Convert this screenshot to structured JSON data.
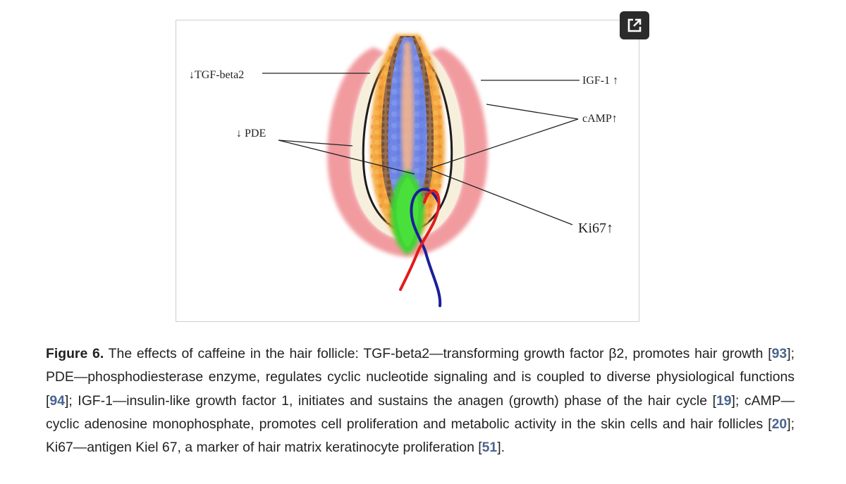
{
  "figure": {
    "labels": {
      "tgf": "↓TGF-beta2",
      "pde": "↓ PDE",
      "igf": "IGF-1 ↑",
      "camp": "cAMP↑",
      "ki67": "Ki67↑"
    },
    "colors": {
      "outer_sheath": "#ef8a8f",
      "inner_sheath": "#f39b2c",
      "cortex": "#7d5a44",
      "medulla": "#6f86e6",
      "core": "#f4b48c",
      "papilla": "#41d436",
      "vessel_red": "#e21b1b",
      "vessel_blue": "#1b1f9a"
    }
  },
  "expand_button": {
    "icon": "external-link-icon"
  },
  "caption": {
    "label": "Figure 6.",
    "t1": " The effects of caffeine in the hair follicle: TGF-beta2—transforming growth factor β2, promotes hair growth ",
    "r1": "93",
    "t2": "; PDE—phosphodiesterase enzyme, regulates cyclic nucleotide signaling and is coupled to diverse physiological functions ",
    "r2": "94",
    "t3": "; IGF-1—insulin-like growth factor 1, initiates and sustains the anagen (growth) phase of the hair cycle ",
    "r3": "19",
    "t4": "; cAMP—cyclic adenosine monophosphate, promotes cell proliferation and metabolic activity in the skin cells and hair follicles ",
    "r4": "20",
    "t5": "; Ki67—antigen Kiel 67, a marker of hair matrix keratinocyte proliferation ",
    "r5": "51",
    "t6": "."
  }
}
